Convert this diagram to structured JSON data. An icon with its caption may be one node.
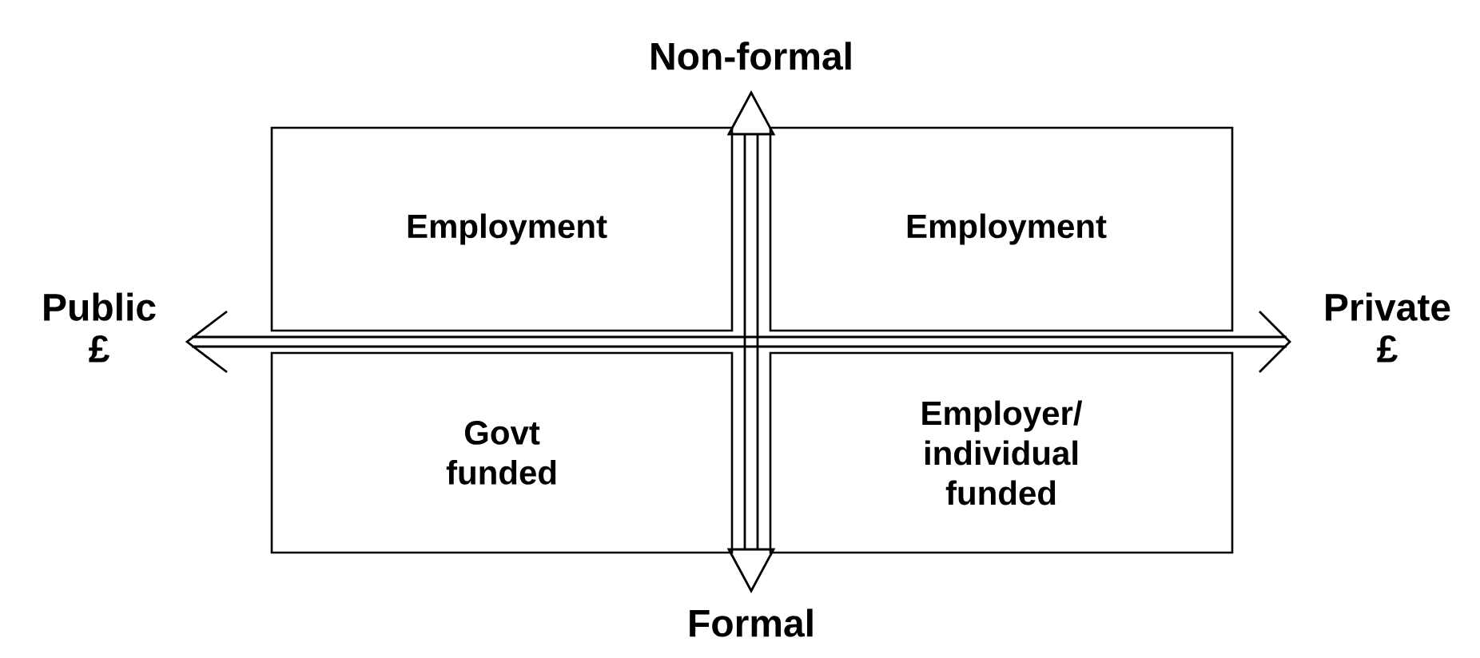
{
  "diagram": {
    "nodes": [
      {
        "text": [
          "Employment"
        ]
      },
      {
        "text": [
          "Employment"
        ]
      },
      {
        "text": [
          "Govt funded"
        ]
      },
      {
        "text": [
          "Employer/ individual funded"
        ]
      }
    ],
    "edges": [],
    "labels": [
      "Non-formal",
      "Public £",
      "Private £",
      "Formal"
    ]
  }
}
